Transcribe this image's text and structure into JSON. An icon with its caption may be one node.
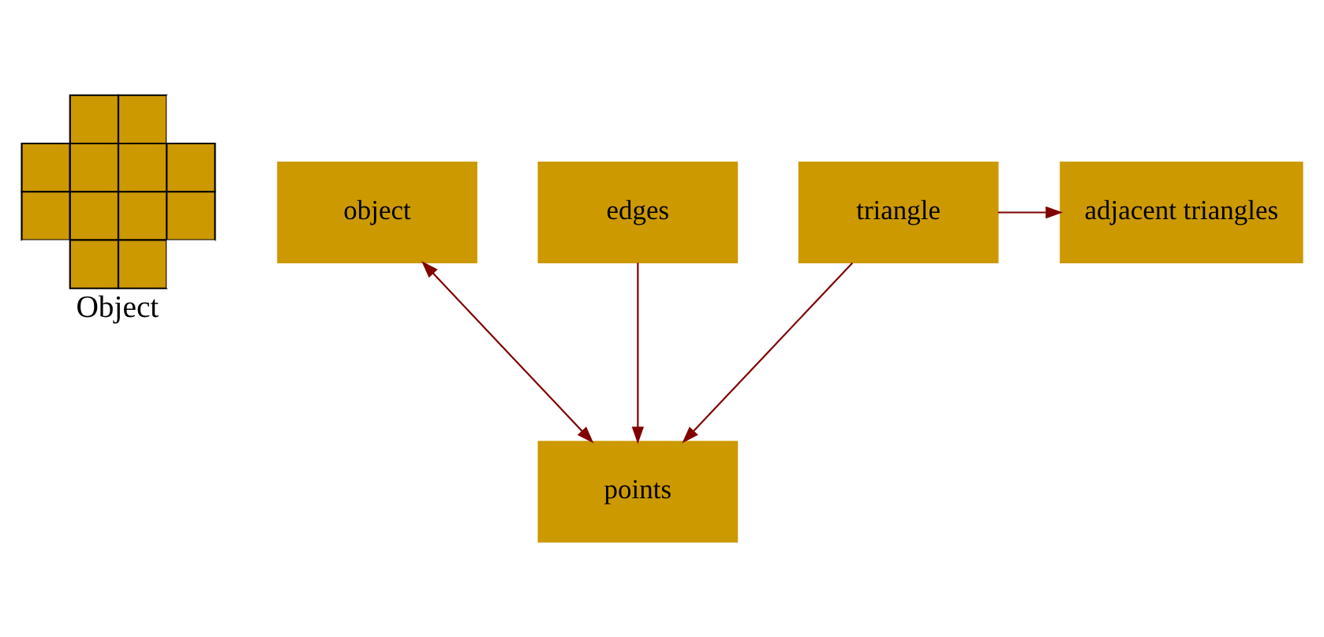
{
  "diagram": {
    "nodes": [
      {
        "text": [],
        "shape": "picture",
        "beside": [
          "Object"
        ]
      },
      {
        "text": [
          "object"
        ]
      },
      {
        "text": [
          "adjacent triangles"
        ]
      },
      {
        "text": [
          "edges"
        ]
      },
      {
        "text": [
          "triangle"
        ]
      },
      {
        "text": [
          "points"
        ]
      }
    ],
    "edges": [
      {
        "from": 1,
        "to": 5,
        "arrow": "both"
      },
      {
        "from": 4,
        "to": 2,
        "arrow": "to"
      },
      {
        "from": 3,
        "to": 5,
        "arrow": "to"
      },
      {
        "from": 4,
        "to": 5,
        "arrow": "to"
      }
    ]
  }
}
